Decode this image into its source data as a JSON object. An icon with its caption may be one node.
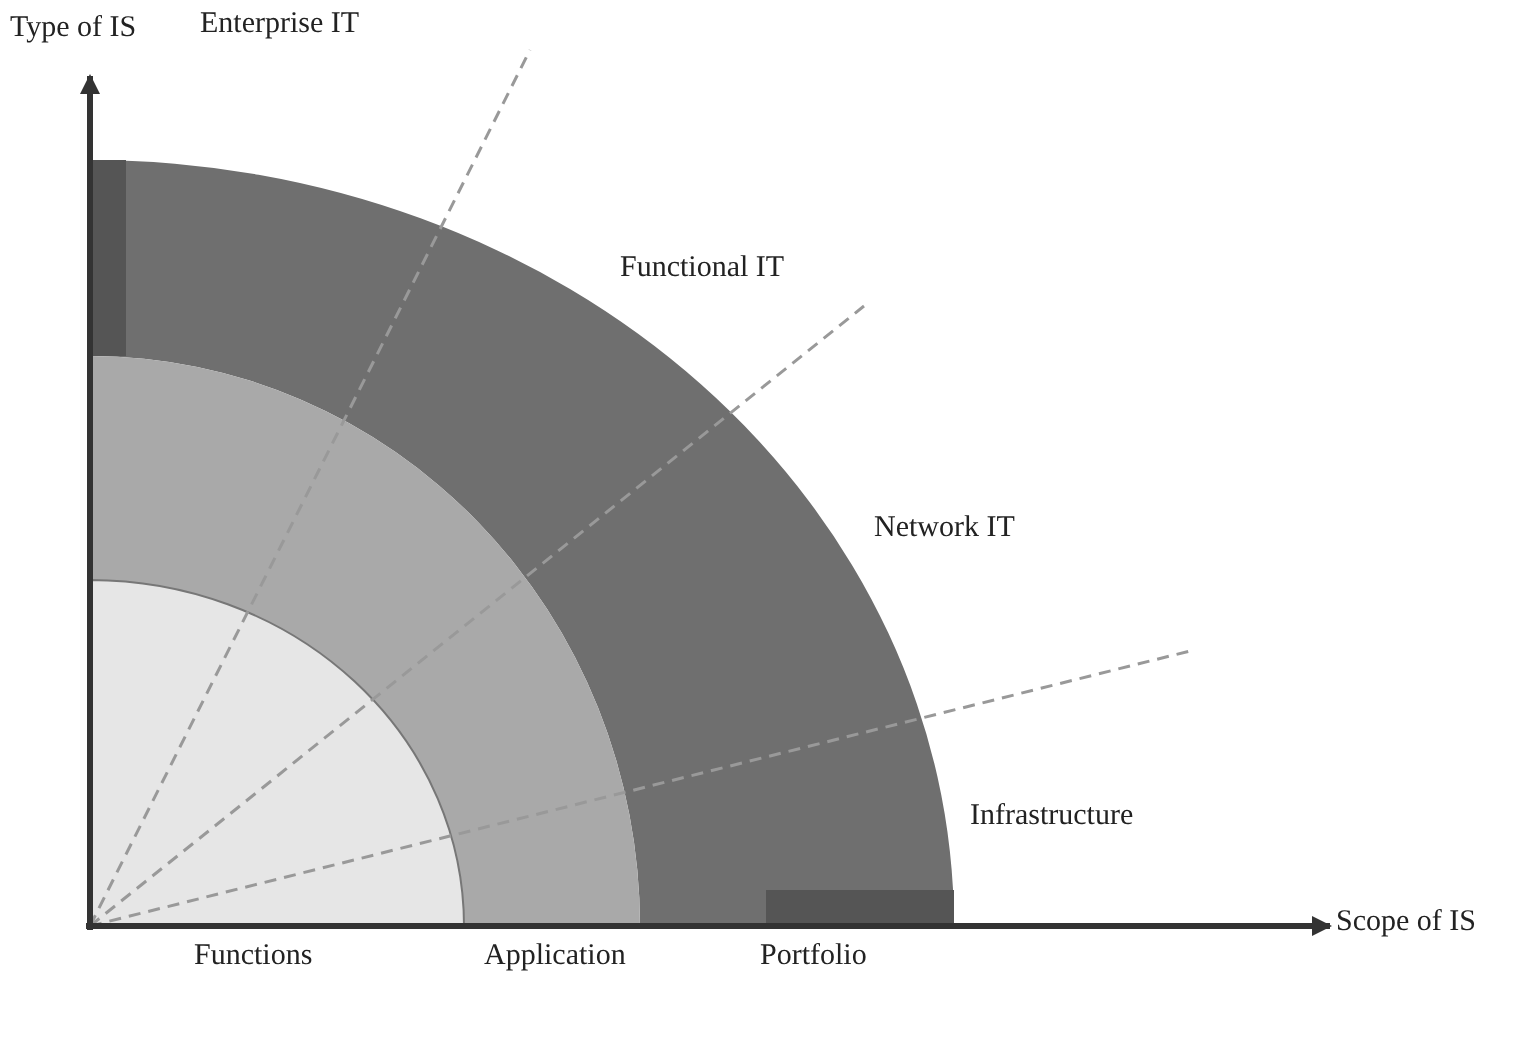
{
  "diagram": {
    "labels": [
      "Type of IS",
      "Enterprise IT",
      "Functional IT",
      "Network IT",
      "Infrastructure",
      "Scope of IS",
      "Functions",
      "Application",
      "Portfolio"
    ]
  }
}
